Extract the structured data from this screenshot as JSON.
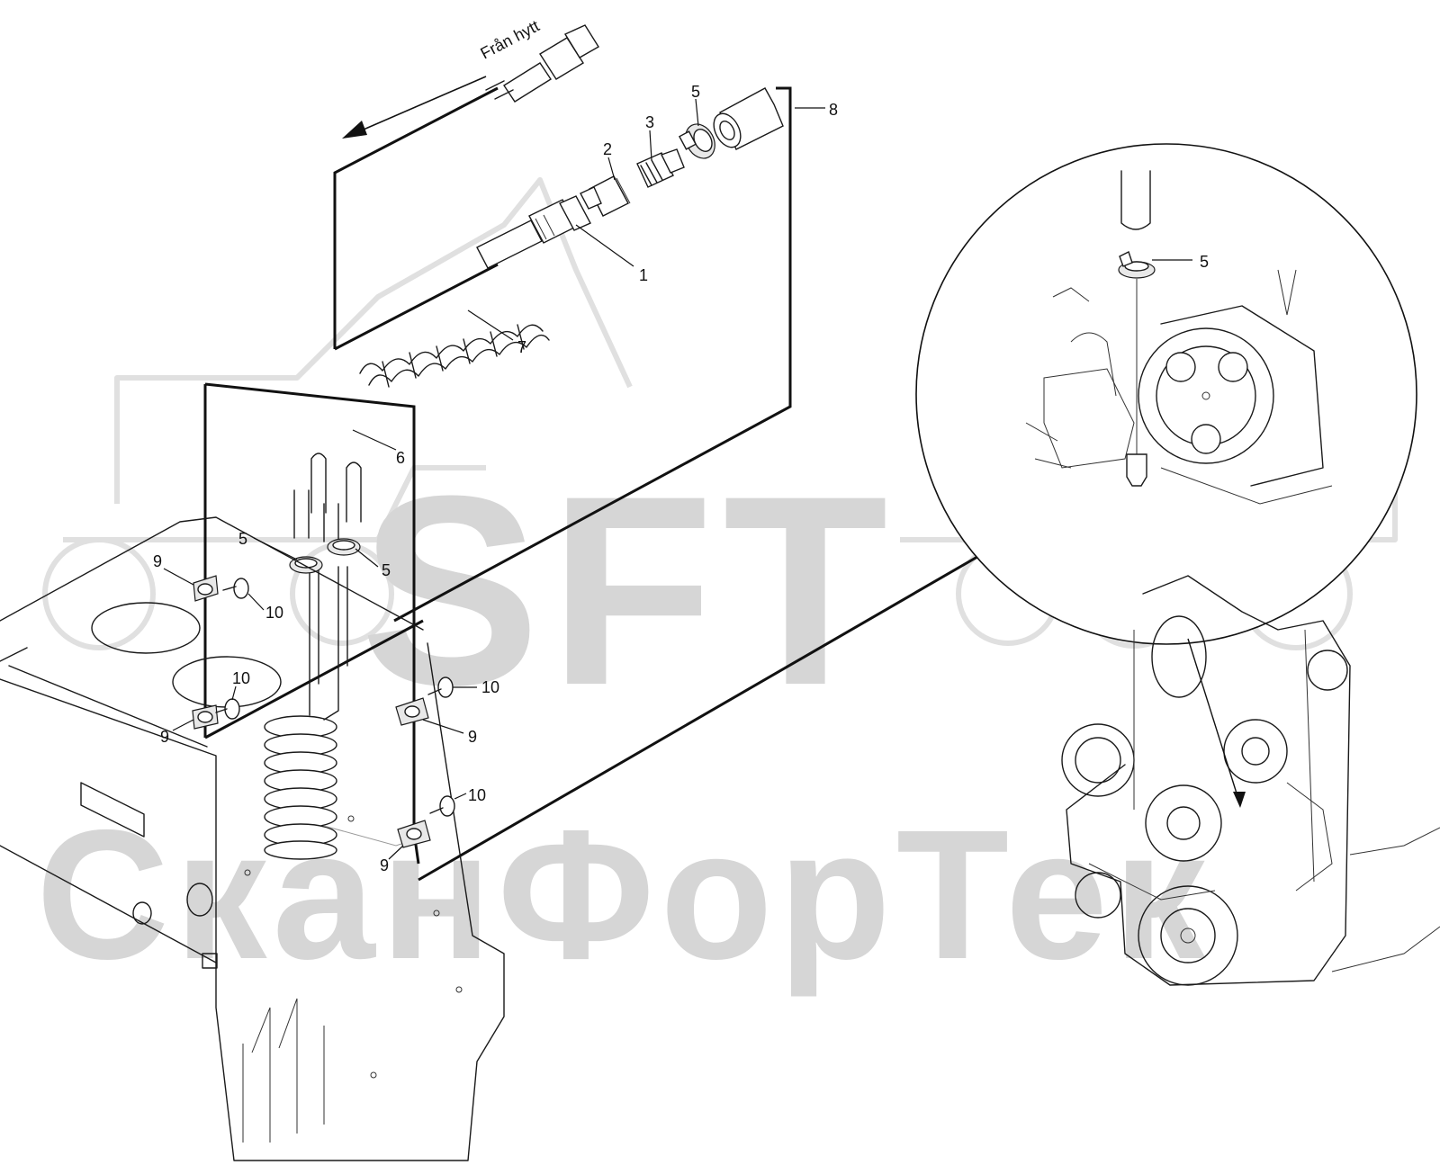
{
  "watermark": {
    "brand": "SFT",
    "company": "СканФорТек"
  },
  "annotation": {
    "flow_label": "Från hytt"
  },
  "callouts": {
    "c1": "1",
    "c2": "2",
    "c3": "3",
    "c5_top": "5",
    "c5_left": "5",
    "c5_right": "5",
    "c5_detail": "5",
    "c6": "6",
    "c7": "7",
    "c8": "8",
    "c9_a": "9",
    "c9_b": "9",
    "c9_c": "9",
    "c9_d": "9",
    "c10_a": "10",
    "c10_b": "10",
    "c10_c": "10",
    "c10_d": "10"
  },
  "colors": {
    "ink": "#1a1a1a",
    "watermark": "#d6d6d6",
    "background": "#ffffff"
  }
}
